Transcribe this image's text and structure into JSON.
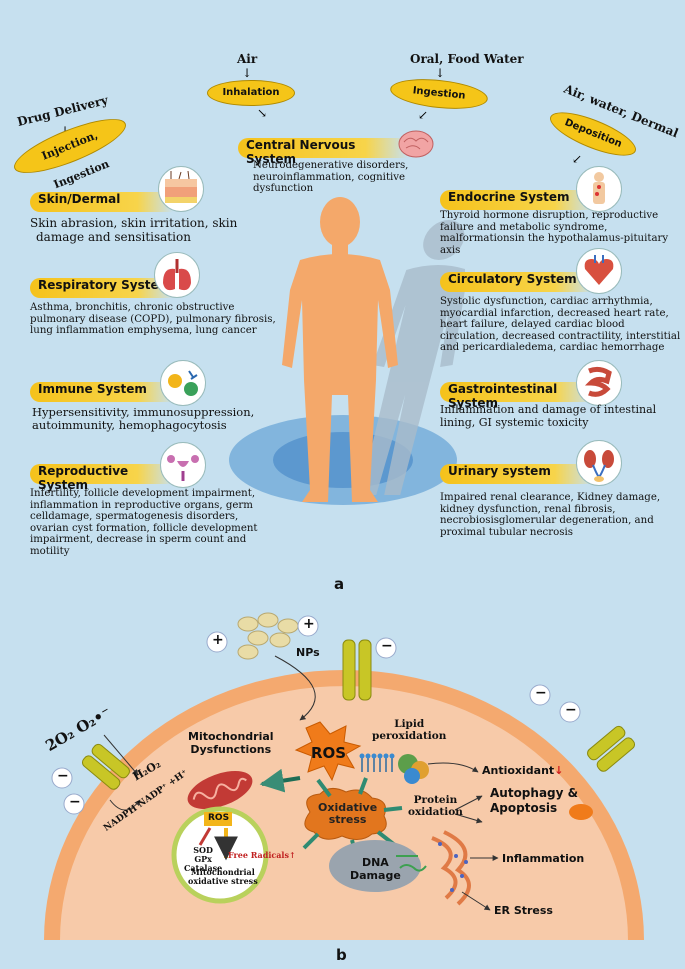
{
  "panel_a": {
    "letter": "a",
    "routes": {
      "drug_delivery": "Drug Delivery",
      "injection": "Injection, Ingestion",
      "air": "Air",
      "inhalation": "Inhalation",
      "oral": "Oral, Food Water",
      "ingestion": "Ingestion",
      "air_water_dermal": "Air, water, Dermal",
      "deposition": "Deposition"
    },
    "systems": {
      "cns": {
        "label": "Central Nervous System",
        "desc": [
          "Neurodegenerative disorders,",
          "neuroinflammation, cognitive",
          "dysfunction"
        ]
      },
      "skin": {
        "label": "Skin/Dermal",
        "desc": [
          "Skin abrasion, skin irritation, skin",
          "damage and sensitisation"
        ]
      },
      "respiratory": {
        "label": "Respiratory System",
        "desc": [
          "Asthma,  bronchitis, chronic obstructive",
          "pulmonary disease (COPD), pulmonary fibrosis,",
          "lung inflammation emphysema, lung cancer"
        ]
      },
      "immune": {
        "label": "Immune System",
        "desc": [
          "Hypersensitivity, immunosuppression,",
          "autoimmunity, hemophagocytosis"
        ]
      },
      "reproductive": {
        "label": "Reproductive System",
        "desc": [
          "Infertility, follicle development impairment,",
          "inflammation in reproductive organs, germ",
          "celldamage, spermatogenesis disorders,",
          "ovarian cyst formation, follicle development",
          "impairment, decrease in sperm count and",
          "motility"
        ]
      },
      "endocrine": {
        "label": "Endocrine System",
        "desc": [
          "Thyroid hormone disruption, reproductive",
          "failure and metabolic syndrome,",
          "malformationsin the hypothalamus-pituitary",
          "axis"
        ]
      },
      "circulatory": {
        "label": "Circulatory System",
        "desc": [
          "Systolic dysfunction,  cardiac arrhythmia,",
          "myocardial infarction, decreased heart rate,",
          "heart failure, delayed cardiac blood",
          "circulation, decreased contractility, interstitial",
          "and pericardialedema, cardiac hemorrhage"
        ]
      },
      "gi": {
        "label": "Gastrointestinal System",
        "desc": [
          "Inflammation and damage of intestinal",
          "lining, GI systemic toxicity"
        ]
      },
      "urinary": {
        "label": "Urinary system",
        "desc": [
          "Impaired renal clearance, Kidney damage,",
          "kidney dysfunction, renal fibrosis,",
          "necrobiosisglomerular degeneration, and",
          "proximal tubular necrosis"
        ]
      }
    }
  },
  "panel_b": {
    "letter": "b",
    "nps": "NPs",
    "ros": "ROS",
    "mito": [
      "Mitochondrial",
      "Dysfunctions"
    ],
    "lipid": [
      "Lipid",
      "peroxidation"
    ],
    "antioxidant": "Antioxidant",
    "protein": [
      "Protein",
      "oxidation"
    ],
    "autophagy": [
      "Autophagy &",
      "Apoptosis"
    ],
    "oxidative": [
      "Oxidative",
      "stress"
    ],
    "dna": [
      "DNA",
      "Damage"
    ],
    "inflammation": "Inflammation",
    "er_stress": "ER Stress",
    "inset_ros": "ROS",
    "inset_left": [
      "SOD",
      "GPx",
      "Catalase"
    ],
    "free_radicals": "Free Radicals",
    "inset_caption": [
      "Mitochondrial",
      "oxidative stress"
    ],
    "o2": "2O₂  O₂•⁻",
    "h2o2": "H₂O₂",
    "nadph": "NADPH  NADP⁺ +H⁺",
    "plus": "+",
    "minus": "−",
    "down_arrow": "↓",
    "up_arrow": "↑"
  },
  "colors": {
    "background": "#c6e0ef",
    "label": "#f5c21b",
    "cell": "#f7c9a6",
    "membrane": "#f4a96f",
    "body": "#f4a86a",
    "ros": "#f07b1a"
  }
}
